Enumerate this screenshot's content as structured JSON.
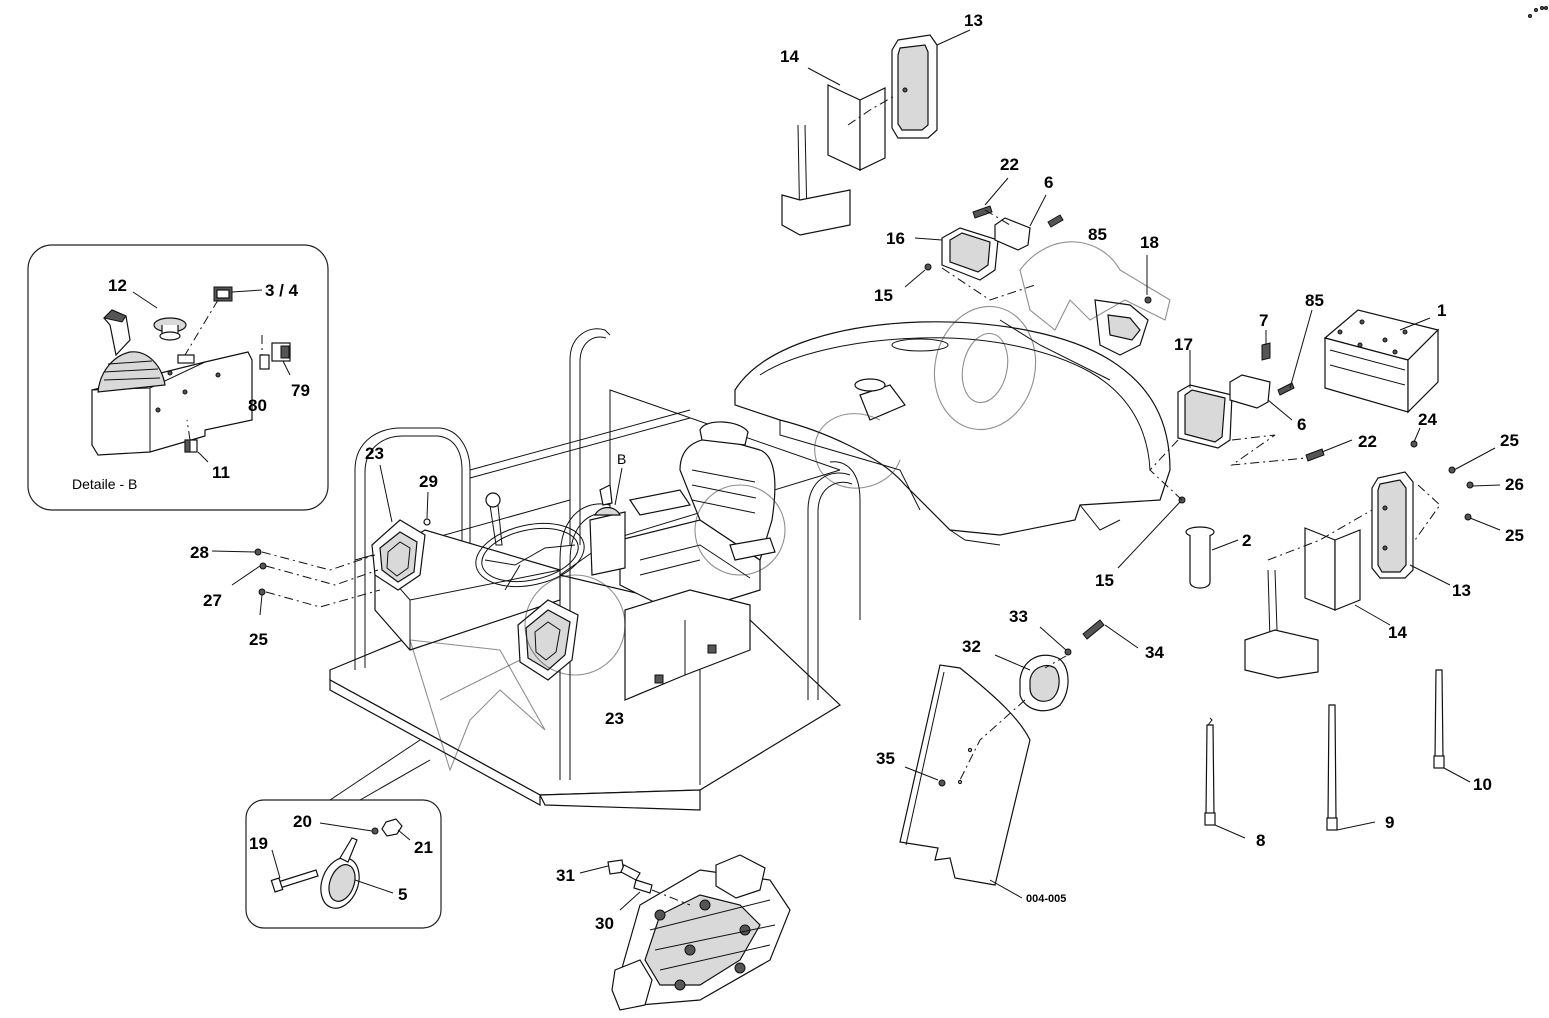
{
  "diagram": {
    "drawing_number": "004-005",
    "detail_label": "Detaile - B",
    "view_marker": "B",
    "callouts": [
      {
        "id": "c13a",
        "text": "13"
      },
      {
        "id": "c14a",
        "text": "14"
      },
      {
        "id": "c22a",
        "text": "22"
      },
      {
        "id": "c6a",
        "text": "6"
      },
      {
        "id": "c16",
        "text": "16"
      },
      {
        "id": "c85a",
        "text": "85"
      },
      {
        "id": "c18",
        "text": "18"
      },
      {
        "id": "c15a",
        "text": "15"
      },
      {
        "id": "c7",
        "text": "7"
      },
      {
        "id": "c85b",
        "text": "85"
      },
      {
        "id": "c1",
        "text": "1"
      },
      {
        "id": "c17",
        "text": "17"
      },
      {
        "id": "c6b",
        "text": "6"
      },
      {
        "id": "c22b",
        "text": "22"
      },
      {
        "id": "c24",
        "text": "24"
      },
      {
        "id": "c25a",
        "text": "25"
      },
      {
        "id": "c26",
        "text": "26"
      },
      {
        "id": "c25b",
        "text": "25"
      },
      {
        "id": "c13b",
        "text": "13"
      },
      {
        "id": "c14b",
        "text": "14"
      },
      {
        "id": "c2",
        "text": "2"
      },
      {
        "id": "c15b",
        "text": "15"
      },
      {
        "id": "c12",
        "text": "12"
      },
      {
        "id": "c34",
        "text": "3 / 4"
      },
      {
        "id": "c80",
        "text": "80"
      },
      {
        "id": "c79",
        "text": "79"
      },
      {
        "id": "c11",
        "text": "11"
      },
      {
        "id": "c23a",
        "text": "23"
      },
      {
        "id": "c29",
        "text": "29"
      },
      {
        "id": "c28",
        "text": "28"
      },
      {
        "id": "c27",
        "text": "27"
      },
      {
        "id": "c25c",
        "text": "25"
      },
      {
        "id": "c23b",
        "text": "23"
      },
      {
        "id": "c33",
        "text": "33"
      },
      {
        "id": "c34b",
        "text": "34"
      },
      {
        "id": "c32",
        "text": "32"
      },
      {
        "id": "c35",
        "text": "35"
      },
      {
        "id": "c10",
        "text": "10"
      },
      {
        "id": "c9",
        "text": "9"
      },
      {
        "id": "c8",
        "text": "8"
      },
      {
        "id": "c20",
        "text": "20"
      },
      {
        "id": "c19",
        "text": "19"
      },
      {
        "id": "c21",
        "text": "21"
      },
      {
        "id": "c5",
        "text": "5"
      },
      {
        "id": "c31",
        "text": "31"
      },
      {
        "id": "c30",
        "text": "30"
      }
    ]
  }
}
